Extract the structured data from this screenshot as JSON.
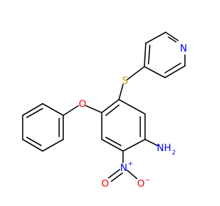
{
  "molecule": {
    "atoms": {
      "S": {
        "text": "S",
        "color": "#b8a400"
      },
      "O_ether": {
        "text": "O",
        "color": "#ff0000"
      },
      "NH": {
        "text": "NH",
        "color": "#0000ff"
      },
      "NH_sub": {
        "text": "2",
        "color": "#0000ff"
      },
      "N_pyridine": {
        "text": "N",
        "color": "#0000ff"
      },
      "N_nitro": {
        "text": "N",
        "color": "#0000ff"
      },
      "N_nitro_charge": {
        "text": "+",
        "color": "#0000ff"
      },
      "O_nitro_left": {
        "text": "O",
        "color": "#ff0000"
      },
      "O_nitro_right": {
        "text": "O",
        "color": "#ff0000"
      },
      "O_nitro_right_charge": {
        "text": "−",
        "color": "#ff0000"
      }
    }
  }
}
